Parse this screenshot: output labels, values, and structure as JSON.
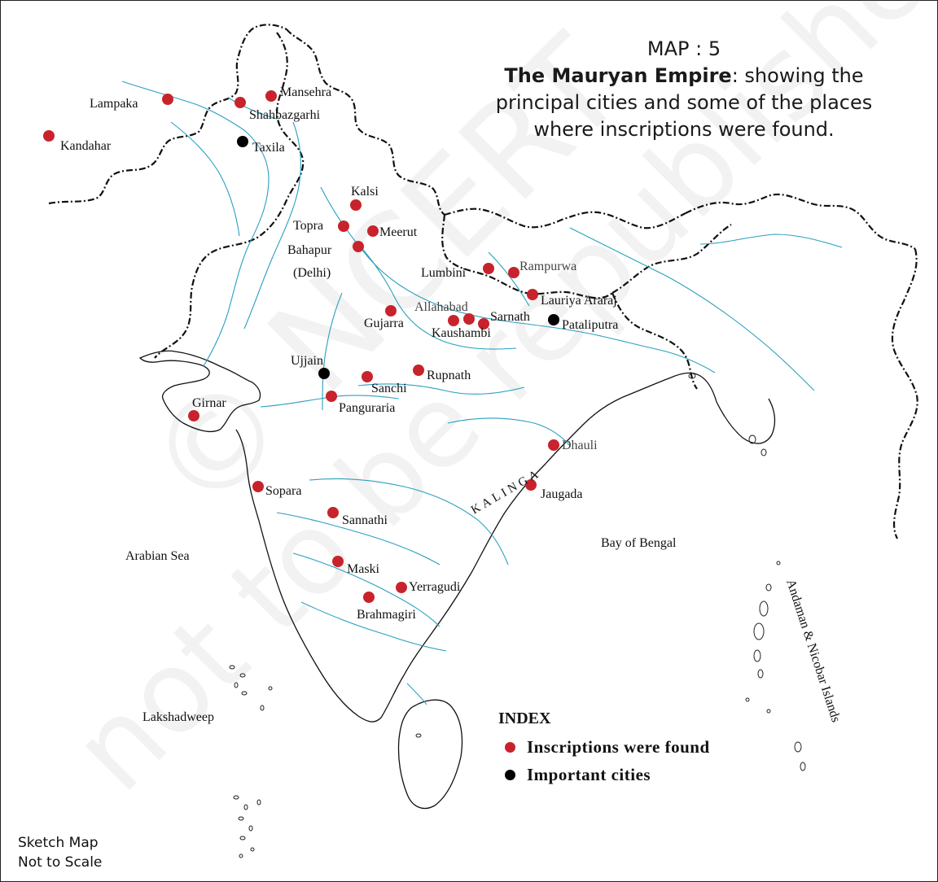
{
  "title": {
    "map_no": "MAP : 5",
    "bold": "The Mauryan Empire",
    "rest_line1": ": showing the",
    "line2": "principal cities and some of the places",
    "line3": "where inscriptions were found."
  },
  "colors": {
    "inscription": "#c8232c",
    "city": "#000000",
    "river": "#2a9fc0",
    "border": "#111111"
  },
  "icons": {
    "inscription_marker": "red-dot-icon",
    "city_marker": "black-dot-icon"
  },
  "places": [
    {
      "id": "lampaka",
      "name": "Lampaka",
      "kind": "inscription"
    },
    {
      "id": "kandahar",
      "name": "Kandahar",
      "kind": "inscription"
    },
    {
      "id": "shahbazgarhi",
      "name": "Shahbazgarhi",
      "kind": "inscription"
    },
    {
      "id": "mansehra",
      "name": "Mansehra",
      "kind": "inscription"
    },
    {
      "id": "taxila",
      "name": "Taxila",
      "kind": "city"
    },
    {
      "id": "kalsi",
      "name": "Kalsi",
      "kind": "inscription"
    },
    {
      "id": "topra",
      "name": "Topra",
      "kind": "inscription"
    },
    {
      "id": "meerut",
      "name": "Meerut",
      "kind": "inscription"
    },
    {
      "id": "bahapur",
      "name": "Bahapur",
      "kind": "inscription"
    },
    {
      "id": "lumbini",
      "name": "Lumbini",
      "kind": "inscription"
    },
    {
      "id": "rampurwa",
      "name": "Rampurwa",
      "kind": "inscription"
    },
    {
      "id": "lauriya",
      "name": "Lauriya Araraj",
      "kind": "inscription"
    },
    {
      "id": "gujarra",
      "name": "Gujarra",
      "kind": "inscription"
    },
    {
      "id": "allahabad",
      "name": "Allahabad",
      "kind": "inscription"
    },
    {
      "id": "kaushambi",
      "name": "Kaushambi",
      "kind": "inscription"
    },
    {
      "id": "sarnath",
      "name": "Sarnath",
      "kind": "inscription"
    },
    {
      "id": "pataliputra",
      "name": "Pataliputra",
      "kind": "city"
    },
    {
      "id": "ujjain",
      "name": "Ujjain",
      "kind": "city"
    },
    {
      "id": "sanchi",
      "name": "Sanchi",
      "kind": "inscription"
    },
    {
      "id": "rupnath",
      "name": "Rupnath",
      "kind": "inscription"
    },
    {
      "id": "panguraria",
      "name": "Panguraria",
      "kind": "inscription"
    },
    {
      "id": "girnar",
      "name": "Girnar",
      "kind": "inscription"
    },
    {
      "id": "dhauli",
      "name": "Dhauli",
      "kind": "inscription"
    },
    {
      "id": "jaugada",
      "name": "Jaugada",
      "kind": "inscription"
    },
    {
      "id": "sopara",
      "name": "Sopara",
      "kind": "inscription"
    },
    {
      "id": "sannathi",
      "name": "Sannathi",
      "kind": "inscription"
    },
    {
      "id": "maski",
      "name": "Maski",
      "kind": "inscription"
    },
    {
      "id": "yerragudi",
      "name": "Yerragudi",
      "kind": "inscription"
    },
    {
      "id": "brahmagiri",
      "name": "Brahmagiri",
      "kind": "inscription"
    }
  ],
  "sub_labels": {
    "delhi": "(Delhi)"
  },
  "regions": {
    "kalinga": "KALINGA",
    "arabian_sea": "Arabian Sea",
    "bay_of_bengal": "Bay of Bengal",
    "lakshadweep": "Lakshadweep",
    "andaman": "Andaman & Nicobar Islands"
  },
  "index": {
    "heading": "INDEX",
    "inscriptions": "Inscriptions were found",
    "cities": "Important cities"
  },
  "note": {
    "line1": "Sketch Map",
    "line2": "Not to Scale"
  },
  "watermark": {
    "line1": "© NCERT",
    "line2": "not to be republished"
  }
}
